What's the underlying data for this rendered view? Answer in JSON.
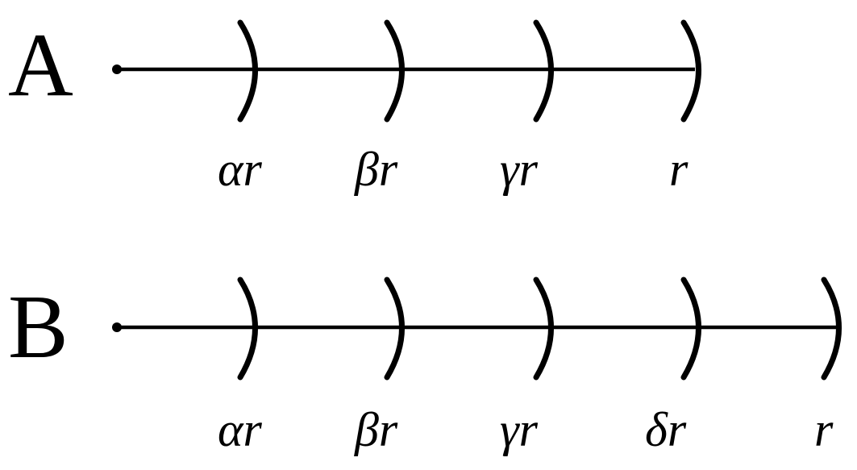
{
  "diagrams": [
    {
      "letter": "A",
      "arcs": [
        {
          "label": "αr"
        },
        {
          "label": "βr"
        },
        {
          "label": "γr"
        },
        {
          "label": "r"
        }
      ]
    },
    {
      "letter": "B",
      "arcs": [
        {
          "label": "αr"
        },
        {
          "label": "βr"
        },
        {
          "label": "γr"
        },
        {
          "label": "δr"
        },
        {
          "label": "r"
        }
      ]
    }
  ],
  "colors": {
    "ink": "#000000",
    "background": "#ffffff"
  }
}
